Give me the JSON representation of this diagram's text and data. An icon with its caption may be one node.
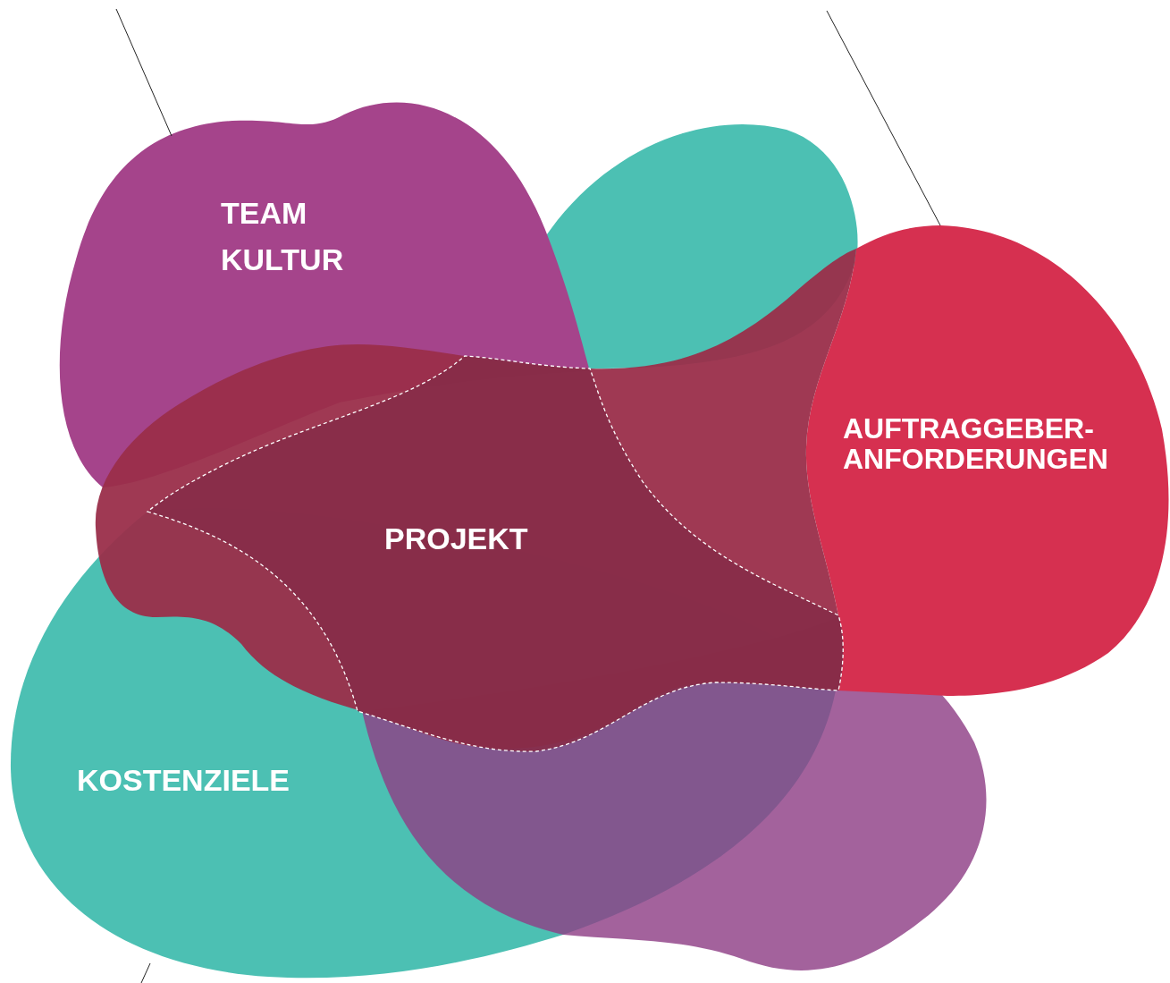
{
  "diagram": {
    "nodes": [
      {
        "text": [
          "TEAM KULTUR"
        ]
      },
      {
        "text": [],
        "shape": "blob"
      },
      {
        "text": [
          "AUFTRAGGEBER-ANFORDERUNGEN"
        ]
      },
      {
        "text": [
          "KOSTENZIELE"
        ]
      },
      {
        "text": [],
        "shape": "blob"
      },
      {
        "text": [],
        "shape": "blob"
      },
      {
        "text": [
          "PROJEKT"
        ],
        "in": 5
      }
    ],
    "edges": [
      {
        "from": null,
        "to": 0,
        "arrow": "none"
      },
      {
        "from": null,
        "to": 2,
        "arrow": "none"
      },
      {
        "from": null,
        "to": 3,
        "arrow": "none"
      }
    ]
  }
}
